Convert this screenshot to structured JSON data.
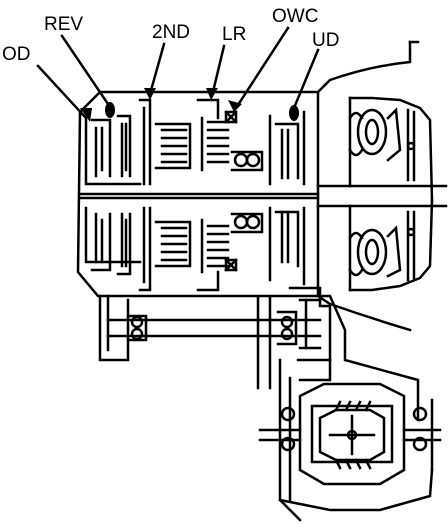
{
  "diagram": {
    "labels": {
      "od": "OD",
      "rev": "REV",
      "second": "2ND",
      "lr": "LR",
      "owc": "OWC",
      "ud": "UD"
    },
    "colors": {
      "ink": "#000000",
      "paper": "#ffffff"
    }
  }
}
